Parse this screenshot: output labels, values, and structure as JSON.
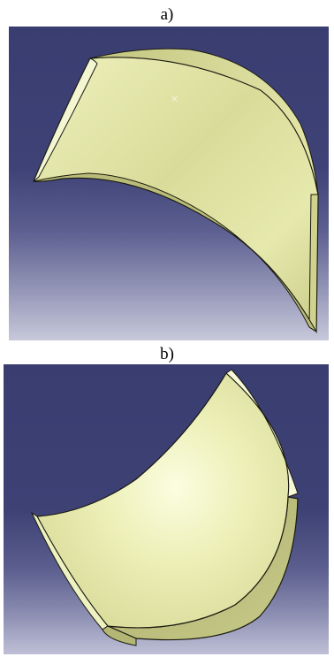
{
  "figure": {
    "panels": [
      {
        "label": "a)",
        "view": "3d-viewer-shell-outer-face",
        "colors": {
          "background_top": "#3a3d70",
          "background_bottom": "#c7c8da",
          "surface": "#e3e6a6",
          "edge": "#1a1a10"
        },
        "marker": "×"
      },
      {
        "label": "b)",
        "view": "3d-viewer-shell-inner-face",
        "colors": {
          "background_top": "#393d70",
          "background_bottom": "#bfc0d6",
          "surface": "#e8ecb0",
          "edge": "#1a1a10"
        }
      }
    ]
  }
}
